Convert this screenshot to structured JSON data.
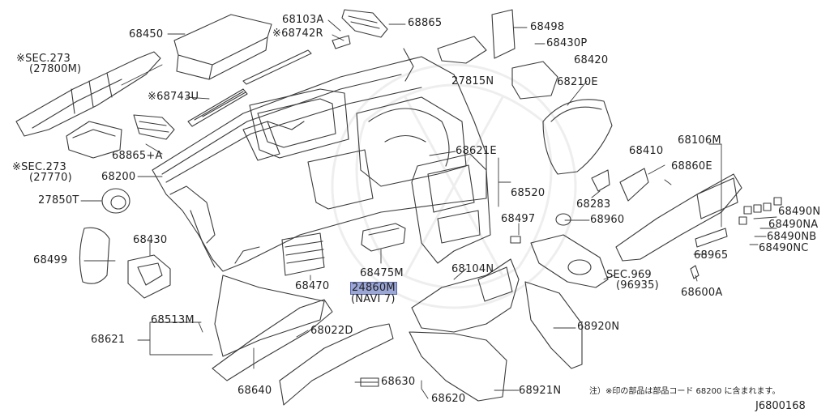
{
  "diagram": {
    "code": "J6800168",
    "note": "注）※印の部品は部品コード 68200 に含まれます。",
    "highlight_color": "#9aa6d6",
    "labels": [
      {
        "key": "p68450",
        "text": "68450"
      },
      {
        "key": "p68103a",
        "text": "68103A"
      },
      {
        "key": "p68742r",
        "text": "※68742R"
      },
      {
        "key": "p68865",
        "text": "68865"
      },
      {
        "key": "p68498",
        "text": "68498"
      },
      {
        "key": "p68430p",
        "text": "68430P"
      },
      {
        "key": "p68420",
        "text": "68420"
      },
      {
        "key": "p68210e",
        "text": "68210E"
      },
      {
        "key": "sec273a",
        "text": "※SEC.273"
      },
      {
        "key": "sec273a2",
        "text": "(27800M)"
      },
      {
        "key": "p27815n",
        "text": "27815N"
      },
      {
        "key": "p68743u",
        "text": "※68743U"
      },
      {
        "key": "p68865a",
        "text": "68865+A"
      },
      {
        "key": "sec273b",
        "text": "※SEC.273"
      },
      {
        "key": "sec273b2",
        "text": "(27770)"
      },
      {
        "key": "p68200",
        "text": "68200"
      },
      {
        "key": "p68621e",
        "text": "68621E"
      },
      {
        "key": "p68106m",
        "text": "68106M"
      },
      {
        "key": "p68410",
        "text": "68410"
      },
      {
        "key": "p68860e",
        "text": "68860E"
      },
      {
        "key": "p27850t",
        "text": "27850T"
      },
      {
        "key": "p68520",
        "text": "68520"
      },
      {
        "key": "p68283",
        "text": "68283"
      },
      {
        "key": "p68490n",
        "text": "68490N"
      },
      {
        "key": "p68960",
        "text": "68960"
      },
      {
        "key": "p68490na",
        "text": "68490NA"
      },
      {
        "key": "p68497",
        "text": "68497"
      },
      {
        "key": "p68490nb",
        "text": "68490NB"
      },
      {
        "key": "p68430",
        "text": "68430"
      },
      {
        "key": "p68490nc",
        "text": "68490NC"
      },
      {
        "key": "p68499",
        "text": "68499"
      },
      {
        "key": "p68475m",
        "text": "68475M"
      },
      {
        "key": "p68965",
        "text": "68965"
      },
      {
        "key": "p68104n",
        "text": "68104N"
      },
      {
        "key": "sec969",
        "text": "SEC.969"
      },
      {
        "key": "sec9692",
        "text": "(96935)"
      },
      {
        "key": "p68470",
        "text": "68470"
      },
      {
        "key": "p24860m",
        "text": "24860M"
      },
      {
        "key": "navi7",
        "text": "(NAVI 7)"
      },
      {
        "key": "p68600a",
        "text": "68600A"
      },
      {
        "key": "p68513m",
        "text": "68513M"
      },
      {
        "key": "p68621",
        "text": "68621"
      },
      {
        "key": "p68022d",
        "text": "68022D"
      },
      {
        "key": "p68920n",
        "text": "68920N"
      },
      {
        "key": "p68630",
        "text": "68630"
      },
      {
        "key": "p68640",
        "text": "68640"
      },
      {
        "key": "p68620",
        "text": "68620"
      },
      {
        "key": "p68921n",
        "text": "68921N"
      }
    ]
  }
}
